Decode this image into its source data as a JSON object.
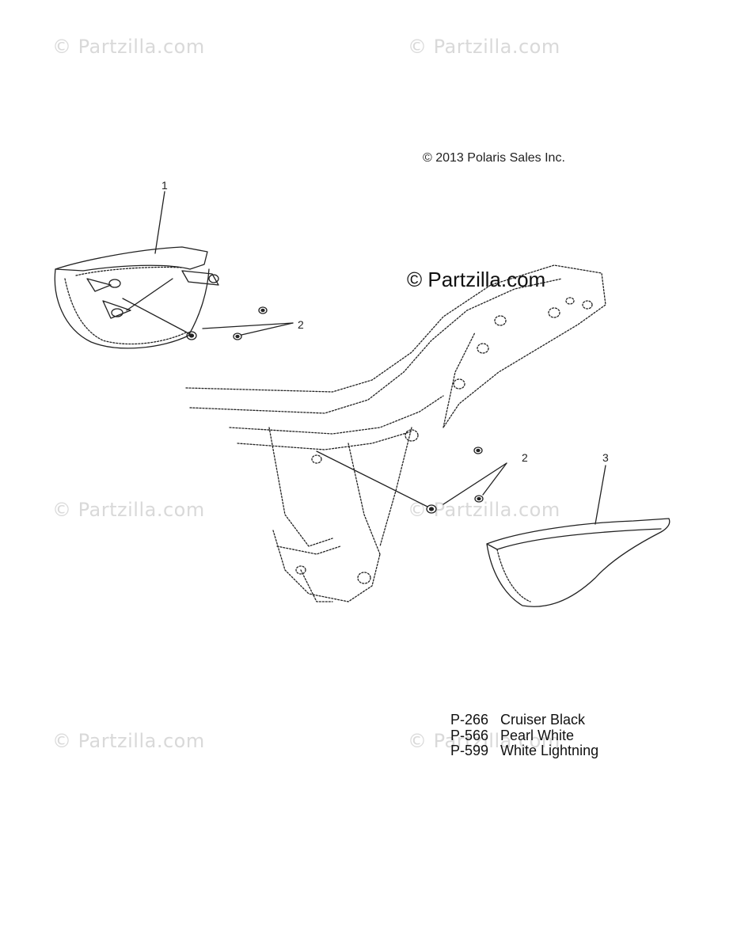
{
  "watermarks": [
    "© Partzilla.com",
    "© Partzilla.com",
    "© Partzilla.com",
    "© Partzilla.com",
    "© Partzilla.com",
    "© Partzilla.com"
  ],
  "copyright": "© 2013 Polaris Sales Inc.",
  "center_watermark": "© Partzilla.com",
  "callouts": {
    "part1": "1",
    "part2_upper": "2",
    "part2_lower": "2",
    "part3": "3"
  },
  "legend": [
    {
      "code": "P-266",
      "name": "Cruiser Black"
    },
    {
      "code": "P-566",
      "name": "Pearl White"
    },
    {
      "code": "P-599",
      "name": "White Lightning"
    }
  ]
}
